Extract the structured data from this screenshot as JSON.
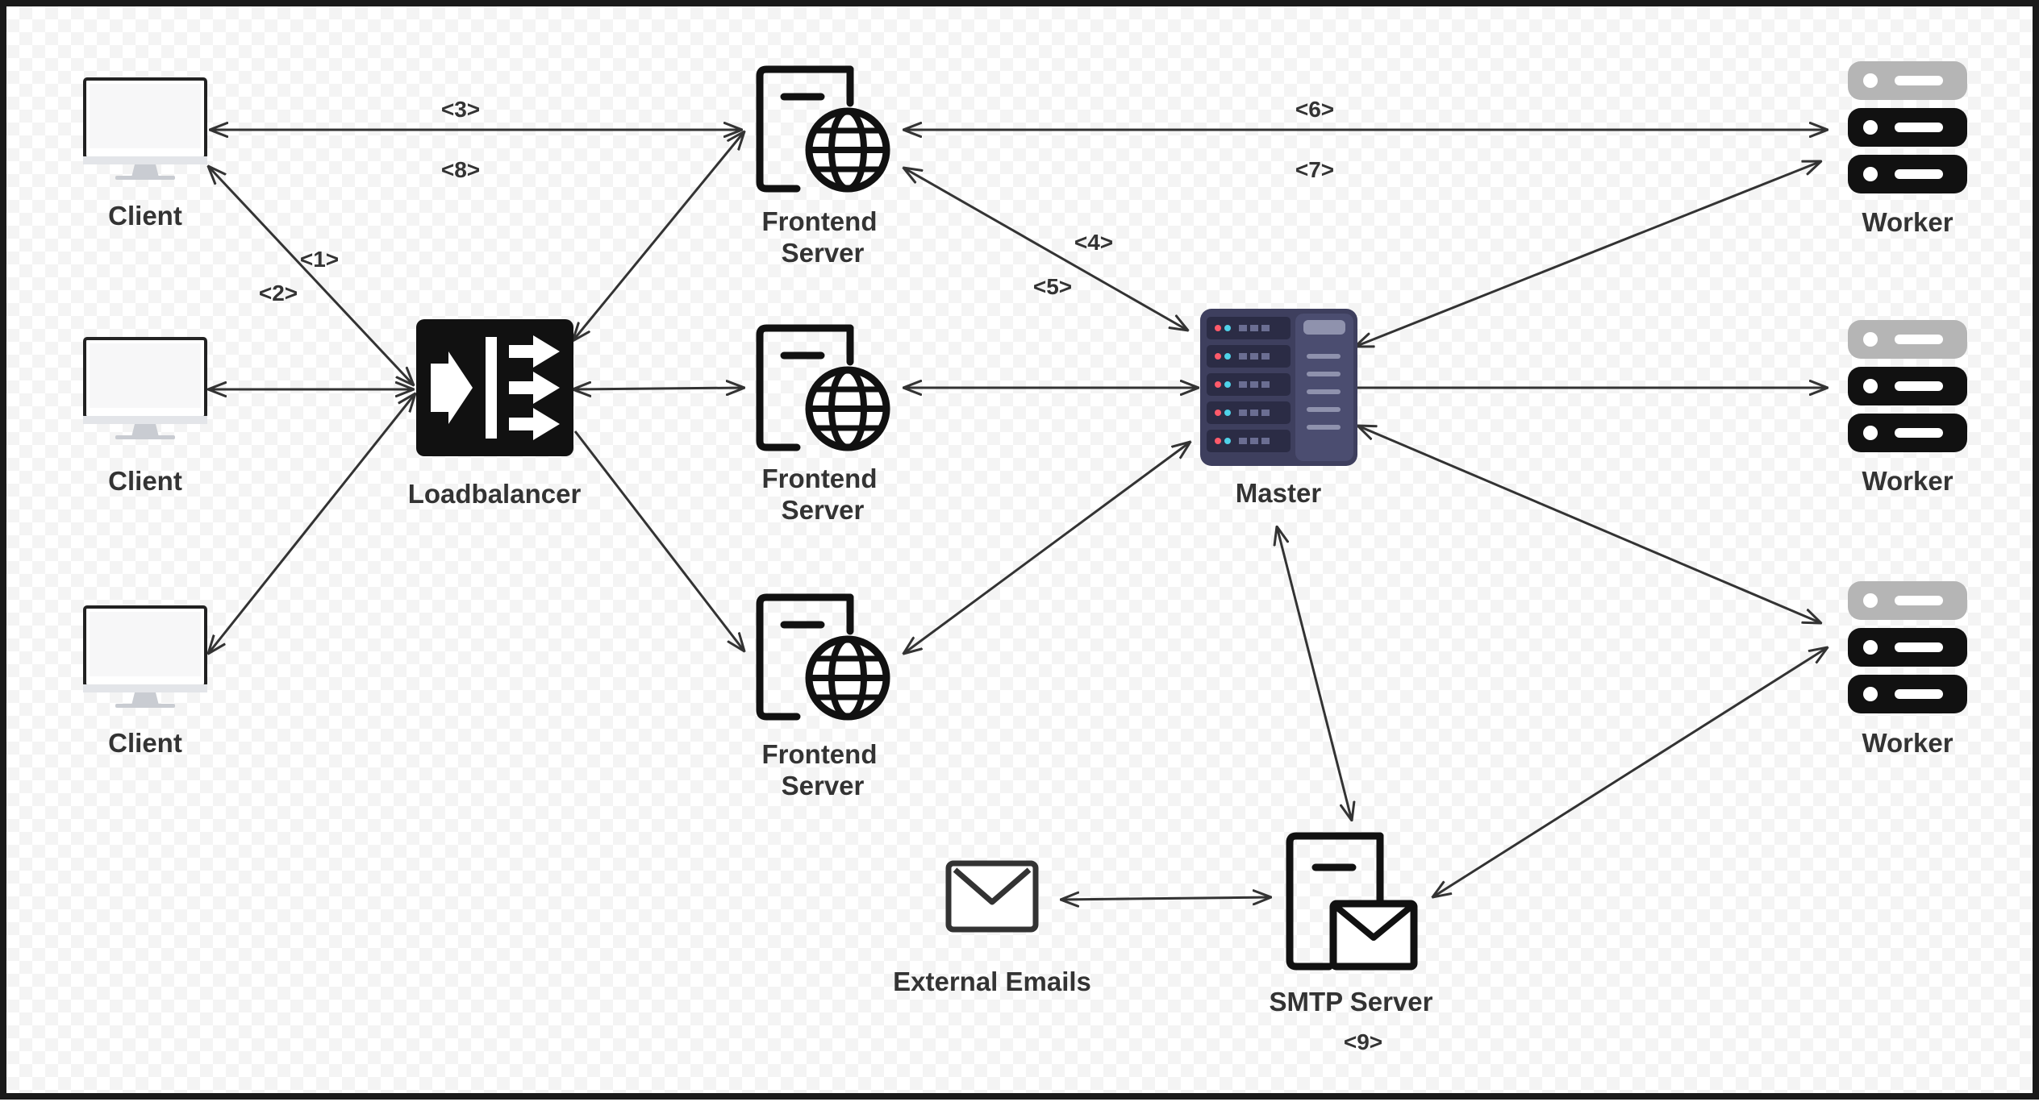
{
  "nodes": {
    "client_1": {
      "label": "Client",
      "icon": "monitor-icon"
    },
    "client_2": {
      "label": "Client",
      "icon": "monitor-icon"
    },
    "client_3": {
      "label": "Client",
      "icon": "monitor-icon"
    },
    "loadbalancer": {
      "label": "Loadbalancer",
      "icon": "loadbalancer-icon"
    },
    "frontend_1": {
      "label_lines": [
        "Frontend",
        "Server"
      ],
      "icon": "web-server-icon"
    },
    "frontend_2": {
      "label_lines": [
        "Frontend",
        "Server"
      ],
      "icon": "web-server-icon"
    },
    "frontend_3": {
      "label_lines": [
        "Frontend",
        "Server"
      ],
      "icon": "web-server-icon"
    },
    "master": {
      "label": "Master",
      "icon": "server-rack-icon"
    },
    "worker_1": {
      "label": "Worker",
      "icon": "server-stack-icon"
    },
    "worker_2": {
      "label": "Worker",
      "icon": "server-stack-icon"
    },
    "worker_3": {
      "label": "Worker",
      "icon": "server-stack-icon"
    },
    "external_emails": {
      "label": "External Emails",
      "icon": "envelope-icon"
    },
    "smtp_server": {
      "label": "SMTP Server",
      "icon": "mail-server-icon"
    }
  },
  "edge_labels": {
    "step_1": "<1>",
    "step_2": "<2>",
    "step_3": "<3>",
    "step_4": "<4>",
    "step_5": "<5>",
    "step_6": "<6>",
    "step_7": "<7>",
    "step_8": "<8>",
    "step_9": "<9>"
  },
  "edges": [
    {
      "from": "client_1",
      "to": "frontend_1"
    },
    {
      "from": "client_1",
      "to": "loadbalancer"
    },
    {
      "from": "client_2",
      "to": "loadbalancer"
    },
    {
      "from": "client_3",
      "to": "loadbalancer"
    },
    {
      "from": "loadbalancer",
      "to": "frontend_1"
    },
    {
      "from": "loadbalancer",
      "to": "frontend_2"
    },
    {
      "from": "loadbalancer",
      "to": "frontend_3"
    },
    {
      "from": "frontend_1",
      "to": "worker_1"
    },
    {
      "from": "frontend_1",
      "to": "master"
    },
    {
      "from": "frontend_2",
      "to": "master"
    },
    {
      "from": "frontend_3",
      "to": "master"
    },
    {
      "from": "master",
      "to": "worker_1"
    },
    {
      "from": "master",
      "to": "worker_2"
    },
    {
      "from": "master",
      "to": "worker_3"
    },
    {
      "from": "master",
      "to": "smtp_server"
    },
    {
      "from": "smtp_server",
      "to": "worker_3"
    },
    {
      "from": "smtp_server",
      "to": "external_emails"
    }
  ],
  "colors": {
    "line": "#333333",
    "label": "#333333",
    "icon_dark": "#111111",
    "icon_muted": "#b5b5b5",
    "rack_body": "#3e3f5e",
    "rack_panel": "#2b2c45",
    "rack_slot": "#4b4d70",
    "monitor_frame": "#222222",
    "monitor_stand": "#c9ccd2"
  }
}
